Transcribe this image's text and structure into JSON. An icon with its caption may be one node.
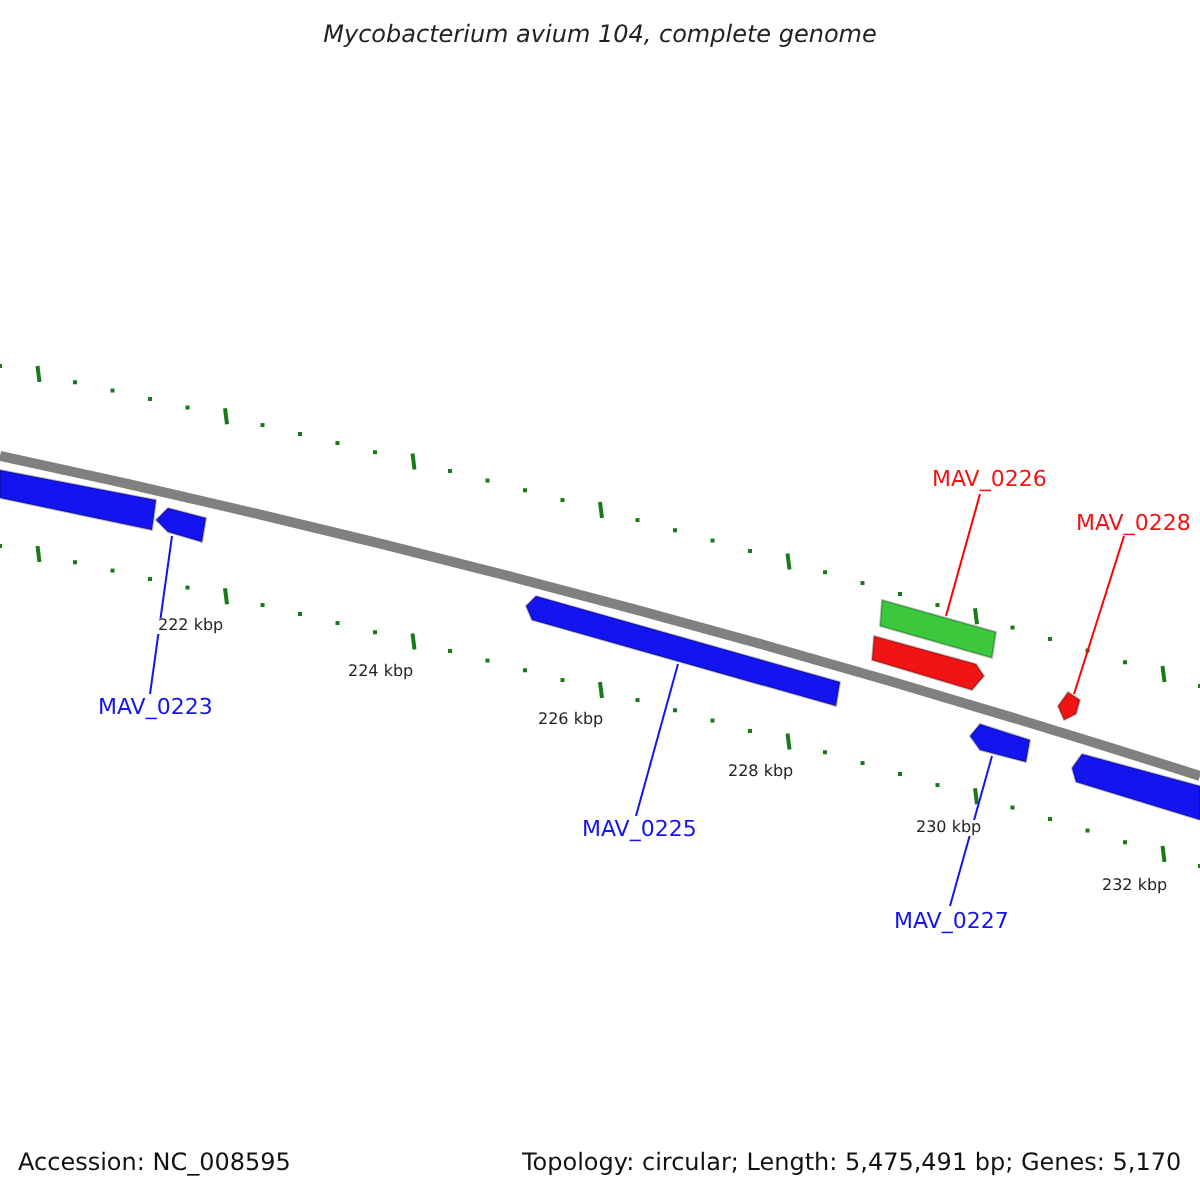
{
  "diagram": {
    "title": "Mycobacterium avium 104, complete genome",
    "nodes": [
      {
        "text": [
          "MAV_0226"
        ]
      },
      {
        "text": [
          "MAV_0228"
        ]
      },
      {
        "text": [
          "MAV_0223"
        ]
      },
      {
        "text": [
          "MAV_0225"
        ]
      },
      {
        "text": [
          "MAV_0227"
        ]
      },
      {
        "text": [],
        "shape": "bar"
      },
      {
        "text": [],
        "shape": "bar"
      },
      {
        "text": [],
        "shape": "bar"
      },
      {
        "text": [],
        "shape": "bar"
      },
      {
        "text": [],
        "shape": "bar"
      },
      {
        "text": [],
        "shape": "bar"
      },
      {
        "text": [],
        "shape": "bar"
      },
      {
        "text": [],
        "shape": "bar"
      }
    ],
    "edges": [
      {
        "from": 0,
        "to": 8,
        "arrow": "none",
        "color": "#ff0000"
      },
      {
        "from": 1,
        "to": 11,
        "arrow": "none",
        "color": "#ff0000"
      },
      {
        "from": 2,
        "to": 6,
        "arrow": "none"
      },
      {
        "from": 3,
        "to": 7,
        "arrow": "none"
      },
      {
        "from": 4,
        "to": 10,
        "arrow": "none"
      }
    ],
    "labels": [
      "222 kbp",
      "224 kbp",
      "226 kbp",
      "228 kbp",
      "230 kbp",
      "232 kbp",
      "Accession: NC_008595",
      "Topology: circular; Length: 5,475,491 bp; Genes: 5,170"
    ]
  }
}
